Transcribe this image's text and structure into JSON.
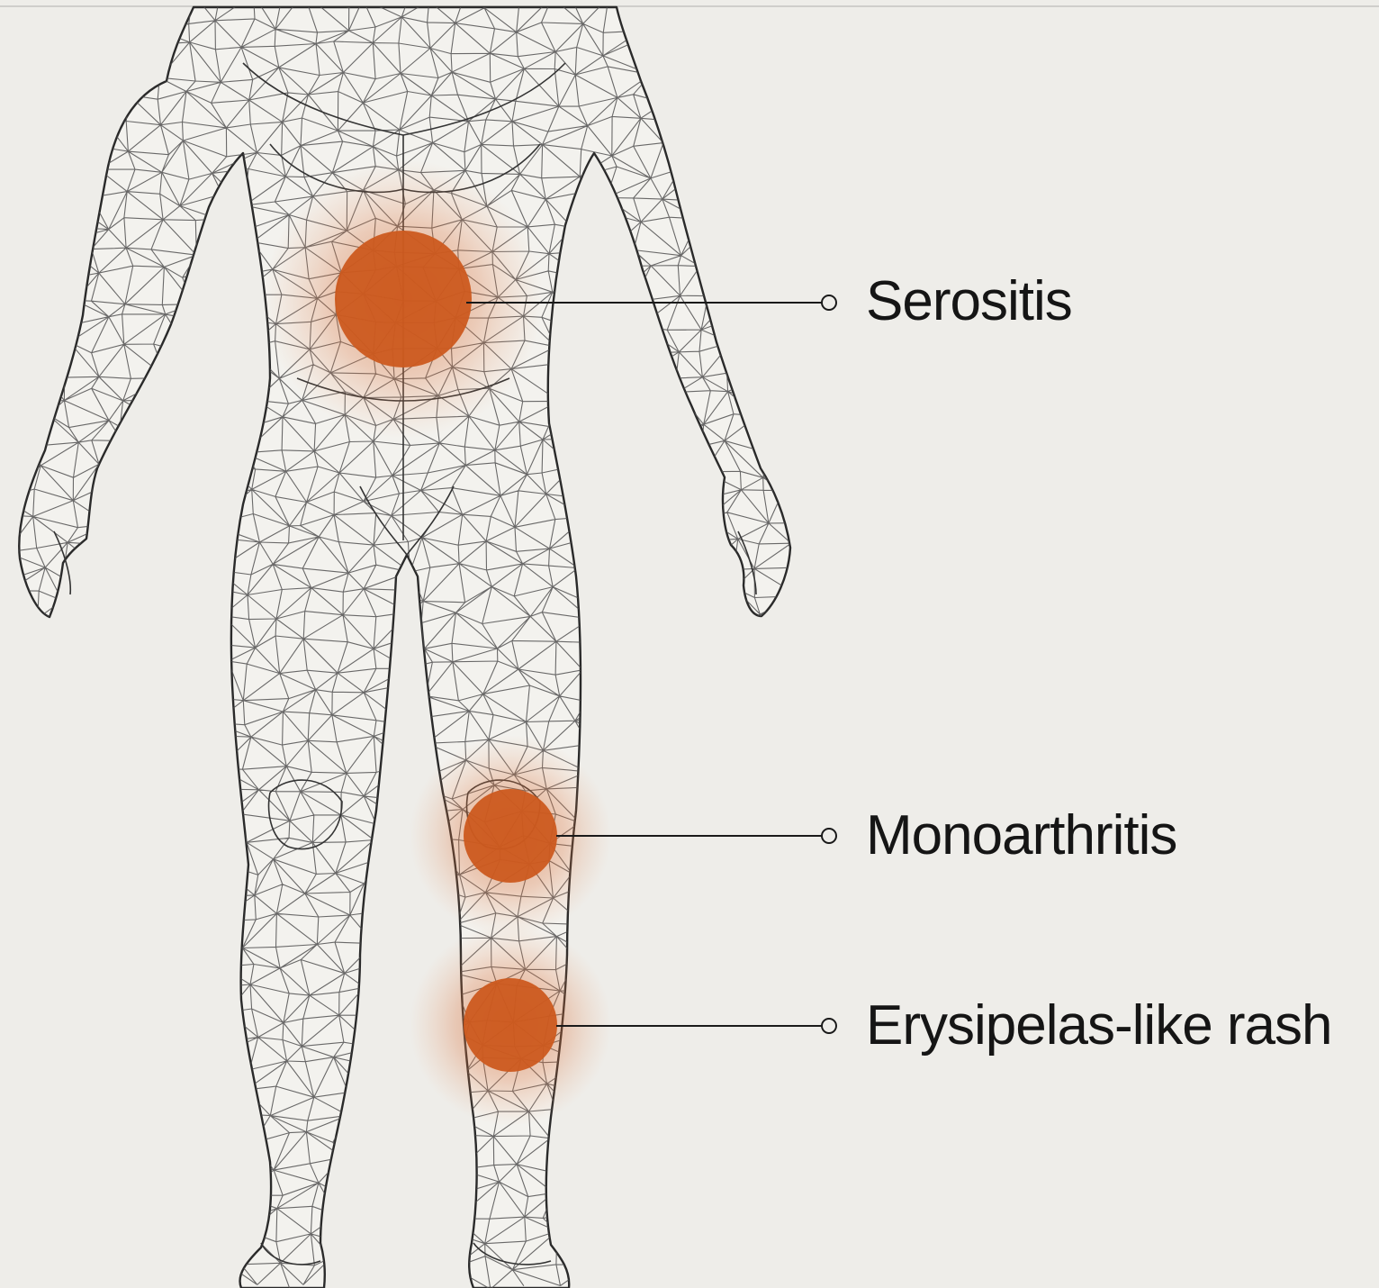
{
  "colors": {
    "background": "#eeede9",
    "body_outline": "#2a2a2a",
    "body_mesh": "#4a4a4a",
    "hotspot": "#cc5a1f",
    "leader_line": "#1a1a1a"
  },
  "figure": {
    "subject": "front-view human body wireframe",
    "hotspots": [
      {
        "id": "serositis",
        "label": "Serositis",
        "region": "abdomen"
      },
      {
        "id": "monoarthritis",
        "label": "Monoarthritis",
        "region": "left knee"
      },
      {
        "id": "rash",
        "label": "Erysipelas-like rash",
        "region": "left lower leg"
      }
    ]
  }
}
